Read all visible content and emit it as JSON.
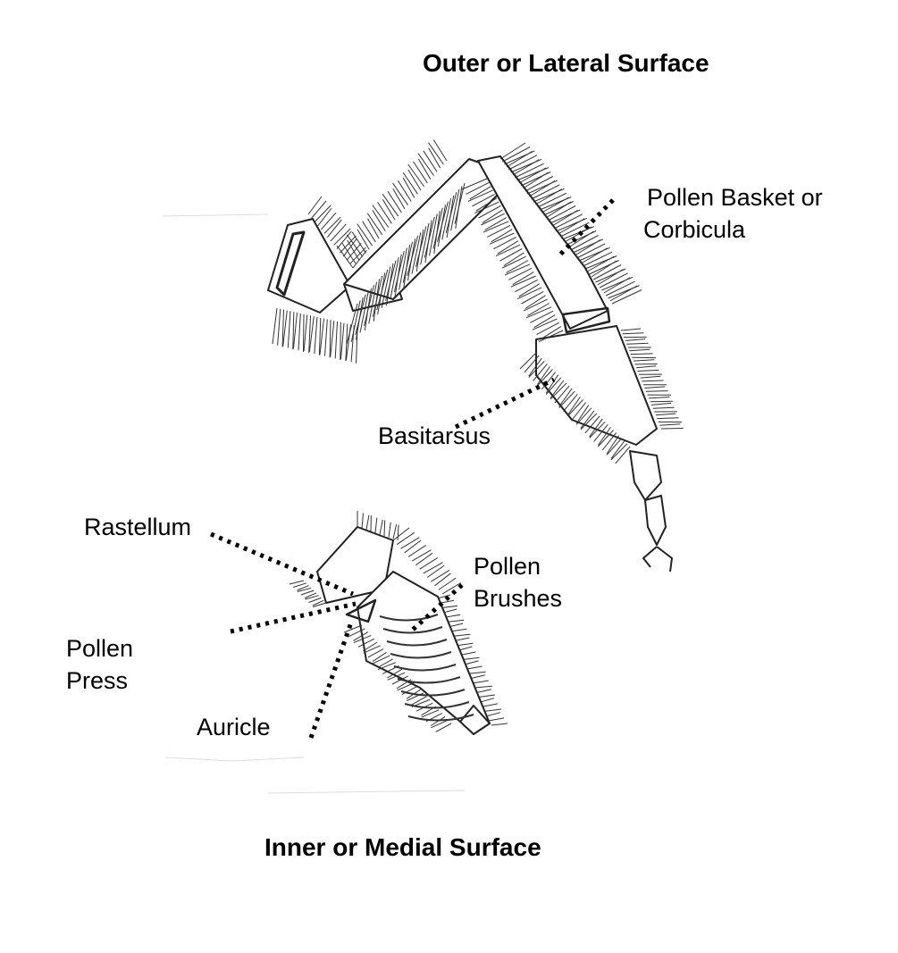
{
  "diagram": {
    "titles": {
      "outer": "Outer or Lateral Surface",
      "inner": "Inner or Medial Surface"
    },
    "labels": {
      "pollen_basket_line1": "Pollen Basket or",
      "pollen_basket_line2": "Corbicula",
      "basitarsus": "Basitarsus",
      "rastellum": "Rastellum",
      "pollen_brushes_line1": "Pollen",
      "pollen_brushes_line2": "Brushes",
      "pollen_press_line1": "Pollen",
      "pollen_press_line2": "Press",
      "auricle": "Auricle"
    },
    "colors": {
      "ink": "#000000",
      "background": "#ffffff"
    }
  }
}
